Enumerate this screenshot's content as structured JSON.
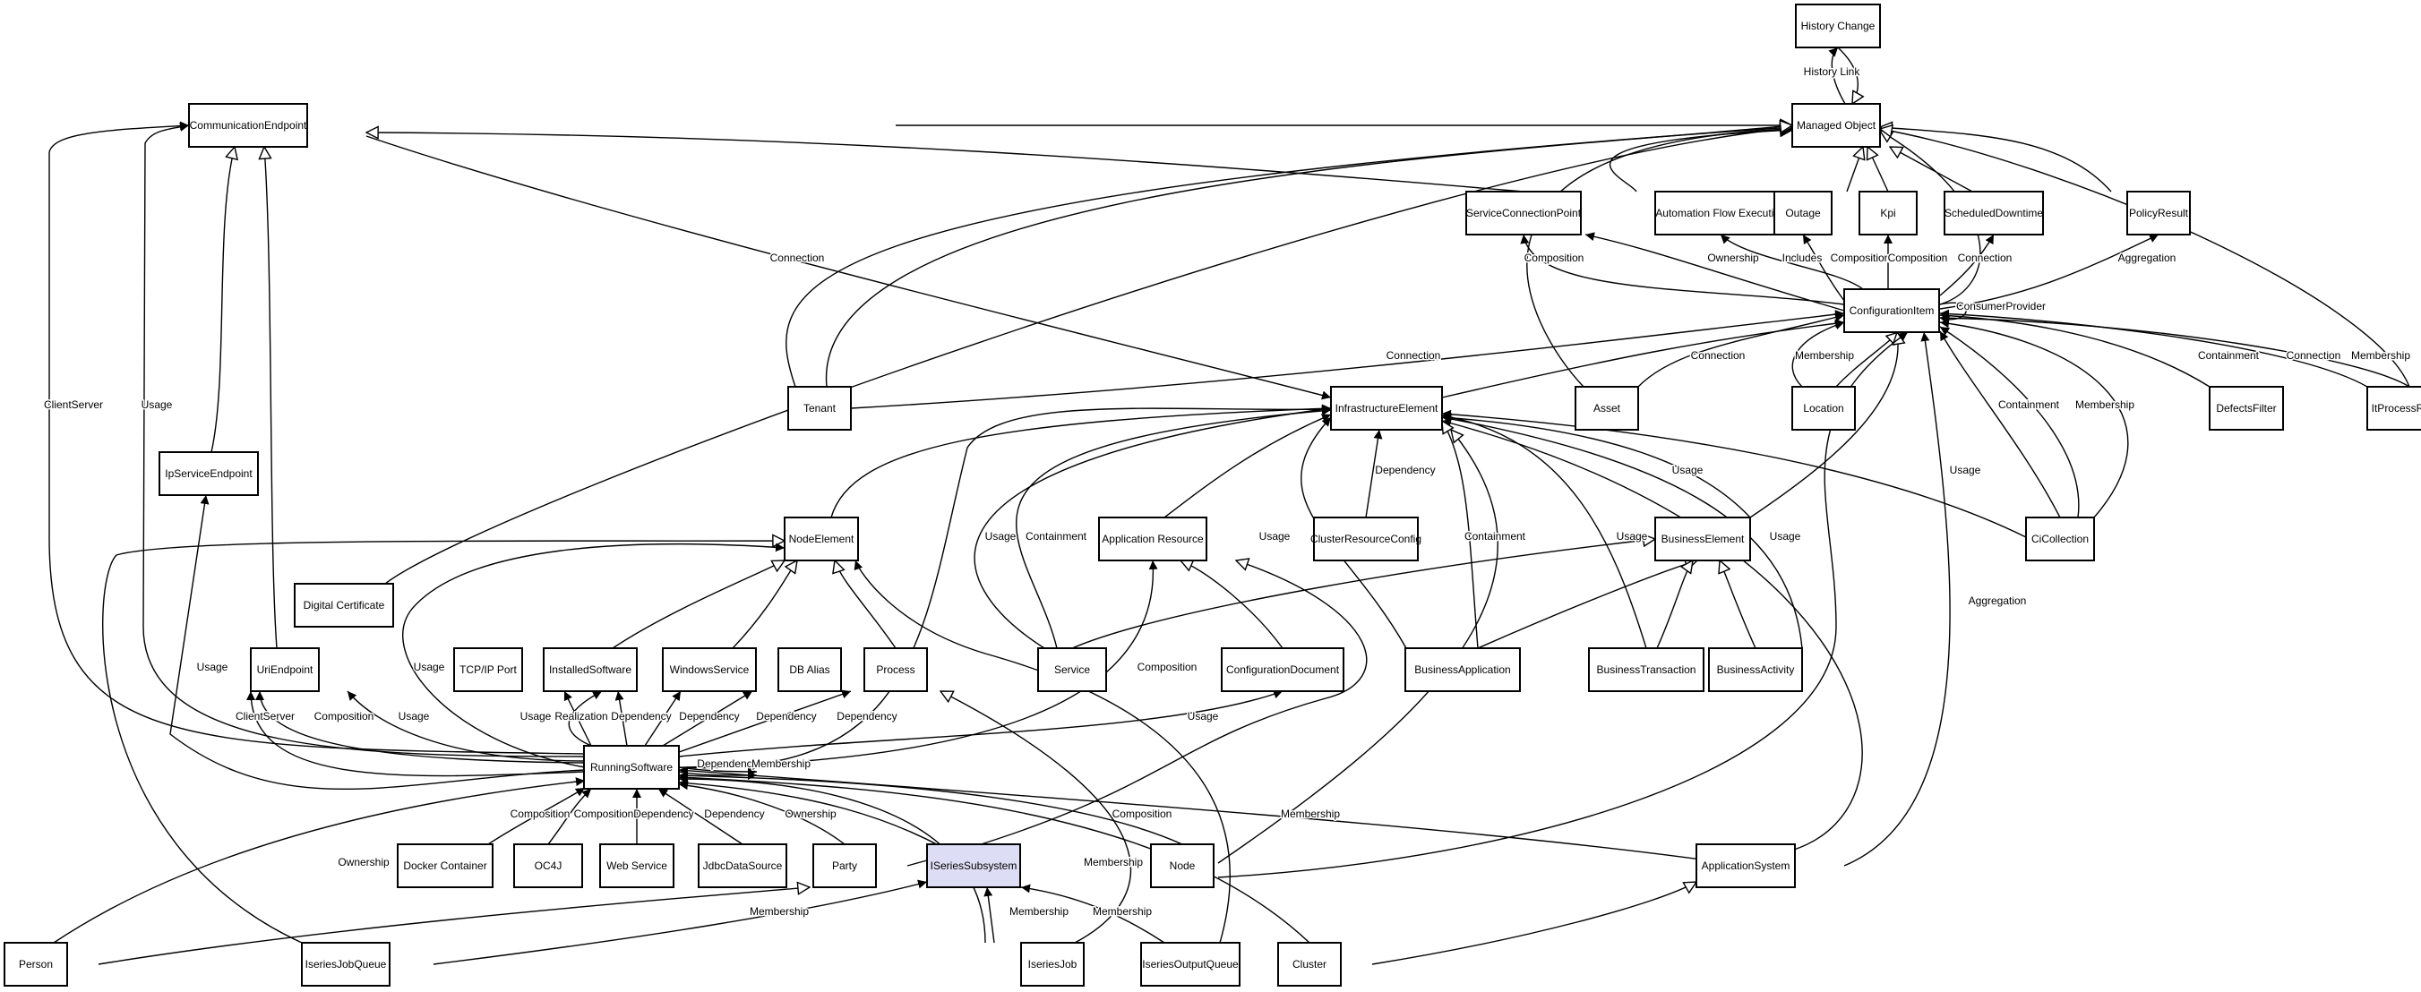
{
  "nodes": {
    "history_change": "History Change",
    "managed_object": "Managed Object",
    "communication_endpoint": "CommunicationEndpoint",
    "service_connection_point": "ServiceConnectionPoint",
    "automation_flow_execution": "Automation Flow Execution",
    "outage": "Outage",
    "kpi": "Kpi",
    "scheduled_downtime": "ScheduledDowntime",
    "policy_result": "PolicyResult",
    "configuration_item": "ConfigurationItem",
    "tenant": "Tenant",
    "infrastructure_element": "InfrastructureElement",
    "asset": "Asset",
    "location": "Location",
    "defects_filter": "DefectsFilter",
    "itprocess_record": "ItProcessRecord",
    "ip_service_endpoint": "IpServiceEndpoint",
    "node_element": "NodeElement",
    "application_resource": "Application Resource",
    "cluster_resource_config": "ClusterResourceConfig",
    "business_element": "BusinessElement",
    "ci_collection": "CiCollection",
    "digital_certificate": "Digital Certificate",
    "uri_endpoint": "UriEndpoint",
    "tcpip_port": "TCP/IP Port",
    "installed_software": "InstalledSoftware",
    "windows_service": "WindowsService",
    "db_alias": "DB Alias",
    "process": "Process",
    "service": "Service",
    "configuration_document": "ConfigurationDocument",
    "business_application": "BusinessApplication",
    "business_transaction": "BusinessTransaction",
    "business_activity": "BusinessActivity",
    "running_software": "RunningSoftware",
    "docker_container": "Docker Container",
    "oc4j": "OC4J",
    "web_service": "Web Service",
    "jdbc_datasource": "JdbcDataSource",
    "party": "Party",
    "iseries_subsystem": "ISeriesSubsystem",
    "node": "Node",
    "application_system": "ApplicationSystem",
    "person": "Person",
    "iseries_job_queue": "IseriesJobQueue",
    "iseries_job": "IseriesJob",
    "iseries_output_queue": "IseriesOutputQueue",
    "cluster": "Cluster"
  },
  "edge_labels": {
    "history_link": "History Link",
    "connection_tenant": "Connection",
    "client_server": "ClientServer",
    "usage_rs_ce": "Usage",
    "composition_ci_scp": "Composition",
    "ownership_ci_afe": "Ownership",
    "includes_ci_afe": "Includes",
    "composition_ci_outage": "Composition",
    "composition_ci_kpi": "Composition",
    "connection_ci_sd": "Connection",
    "aggregation_ci_pr": "Aggregation",
    "consumer_provider": "ConsumerProvider",
    "connection_tenant_ci": "Connection",
    "connection_asset_ci": "Connection",
    "membership_location": "Membership",
    "containment_defects": "Containment",
    "connection_itpr": "Connection",
    "membership_itpr": "Membership",
    "containment_cicol": "Containment",
    "membership_cicol": "Membership",
    "usage_cicol": "Usage",
    "usage_be": "Usage",
    "usage_service": "Usage",
    "containment_service": "Containment",
    "dependency_crc": "Dependency",
    "usage_ba": "Usage",
    "containment_ba": "Containment",
    "usage_bt": "Usage",
    "usage_bact": "Usage",
    "aggregation_as": "Aggregation",
    "usage_rs_ip": "Usage",
    "usage_rs_dc": "Usage",
    "usage_rs_ne": "Usage",
    "client_server_uri": "ClientServer",
    "composition_uri": "Composition",
    "usage_tcpip": "Usage",
    "realization": "Realization",
    "dependency_is": "Dependency",
    "dependency_ws": "Dependency",
    "dependency_db": "Dependency",
    "dependency_proc": "Dependency",
    "composition_ar": "Composition",
    "usage_cd": "Usage",
    "dependency_self": "Dependency",
    "membership_self": "Membership",
    "composition_docker": "Composition",
    "composition_oc4j": "Composition",
    "dependency_web": "Dependency",
    "dependency_jdbc": "Dependency",
    "ownership_party": "Ownership",
    "ownership_person": "Ownership",
    "composition_node": "Composition",
    "membership_as": "Membership",
    "membership_cluster": "Membership",
    "membership_jobqueue": "Membership",
    "membership_job": "Membership",
    "membership_outq": "Membership"
  }
}
